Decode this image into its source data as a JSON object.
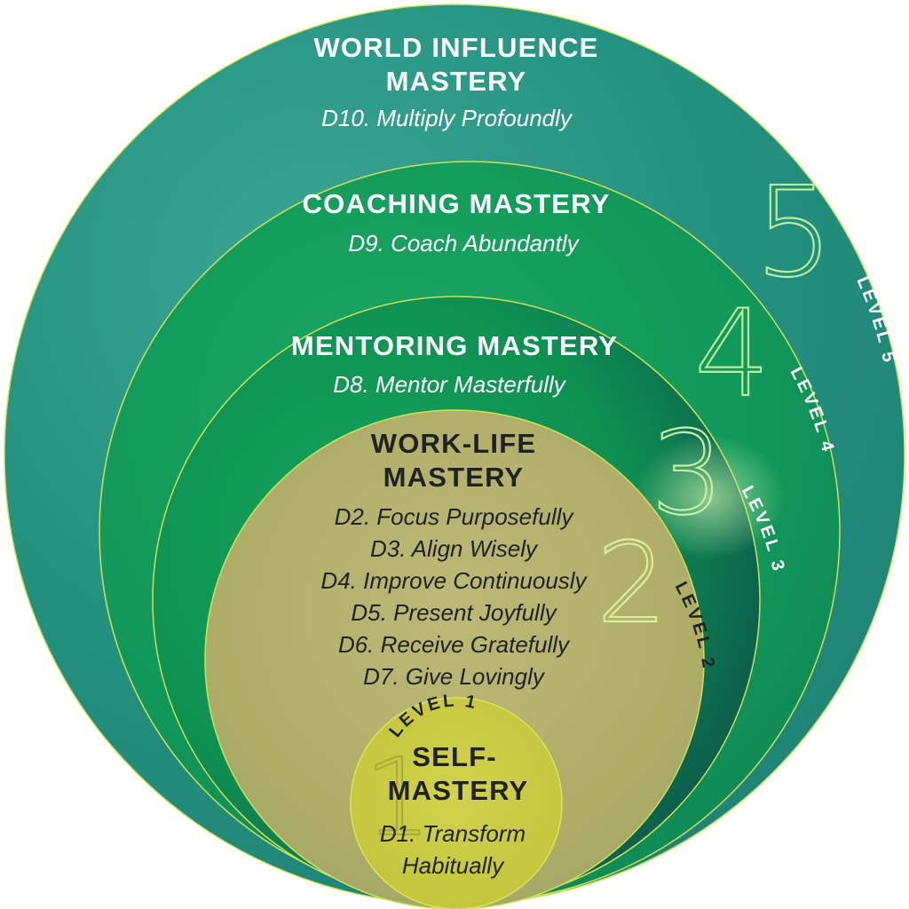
{
  "levels": [
    {
      "level_label": "LEVEL 5",
      "number": "5",
      "title_lines": [
        "WORLD INFLUENCE",
        "MASTERY"
      ],
      "items": [
        "D10. Multiply Profoundly"
      ]
    },
    {
      "level_label": "LEVEL 4",
      "number": "4",
      "title_lines": [
        "COACHING MASTERY"
      ],
      "items": [
        "D9. Coach Abundantly"
      ]
    },
    {
      "level_label": "LEVEL 3",
      "number": "3",
      "title_lines": [
        "MENTORING MASTERY"
      ],
      "items": [
        "D8. Mentor Masterfully"
      ]
    },
    {
      "level_label": "LEVEL 2",
      "number": "2",
      "title_lines": [
        "WORK-LIFE",
        "MASTERY"
      ],
      "items": [
        "D2. Focus Purposefully",
        "D3. Align Wisely",
        "D4. Improve Continuously",
        "D5. Present Joyfully",
        "D6. Receive Gratefully",
        "D7. Give Lovingly"
      ]
    },
    {
      "level_label": "LEVEL 1",
      "number": "1",
      "title_lines": [
        "SELF-",
        "MASTERY"
      ],
      "items": [
        "D1. Transform",
        "Habitually"
      ]
    }
  ],
  "colors": {
    "level5": "#2a9a87",
    "level4": "#17a15d",
    "level3": "#11a057",
    "level2": "#b2b06b",
    "level1": "#c8c843",
    "ring_stroke": "#d6e35a",
    "number_stroke": "#b9ee9a"
  }
}
